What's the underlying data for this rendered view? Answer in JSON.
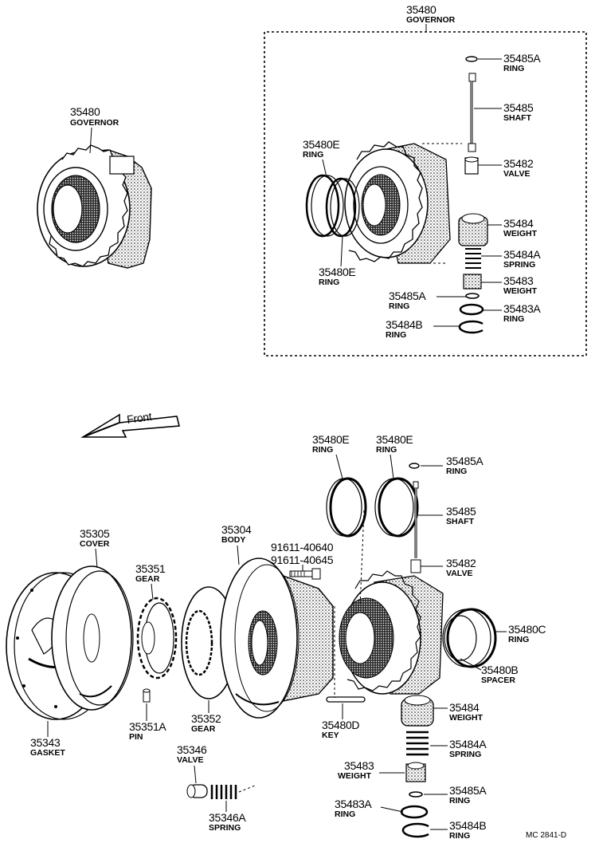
{
  "top": {
    "box_label": {
      "num": "35480",
      "name": "GOVERNOR"
    },
    "assembled": {
      "num": "35480",
      "name": "GOVERNOR"
    },
    "parts": [
      {
        "num": "35485A",
        "name": "RING"
      },
      {
        "num": "35485",
        "name": "SHAFT"
      },
      {
        "num": "35482",
        "name": "VALVE"
      },
      {
        "num": "35484",
        "name": "WEIGHT"
      },
      {
        "num": "35484A",
        "name": "SPRING"
      },
      {
        "num": "35483",
        "name": "WEIGHT"
      },
      {
        "num": "35483A",
        "name": "RING"
      },
      {
        "num": "35480E",
        "name": "RING"
      },
      {
        "num": "35480E",
        "name": "RING"
      },
      {
        "num": "35485A",
        "name": "RING"
      },
      {
        "num": "35484B",
        "name": "RING"
      }
    ]
  },
  "front_label": "Front",
  "bottom": {
    "parts": [
      {
        "num": "35480E",
        "name": "RING"
      },
      {
        "num": "35480E",
        "name": "RING"
      },
      {
        "num": "35485A",
        "name": "RING"
      },
      {
        "num": "35485",
        "name": "SHAFT"
      },
      {
        "num": "35482",
        "name": "VALVE"
      },
      {
        "num": "35480C",
        "name": "RING"
      },
      {
        "num": "35480B",
        "name": "SPACER"
      },
      {
        "num": "35484",
        "name": "WEIGHT"
      },
      {
        "num": "35484A",
        "name": "SPRING"
      },
      {
        "num": "35483",
        "name": "WEIGHT"
      },
      {
        "num": "35485A",
        "name": "RING"
      },
      {
        "num": "35483A",
        "name": "RING"
      },
      {
        "num": "35484B",
        "name": "RING"
      },
      {
        "num": "35305",
        "name": "COVER"
      },
      {
        "num": "35304",
        "name": "BODY"
      },
      {
        "num": "35351",
        "name": "GEAR"
      },
      {
        "num": "35343",
        "name": "GASKET"
      },
      {
        "num": "35351A",
        "name": "PIN"
      },
      {
        "num": "35352",
        "name": "GEAR"
      },
      {
        "num": "35480D",
        "name": "KEY"
      },
      {
        "num": "35346",
        "name": "VALVE"
      },
      {
        "num": "35346A",
        "name": "SPRING"
      }
    ],
    "bolts": [
      "91611-40640",
      "91611-40645"
    ]
  },
  "footer_code": "MC 2841-D"
}
